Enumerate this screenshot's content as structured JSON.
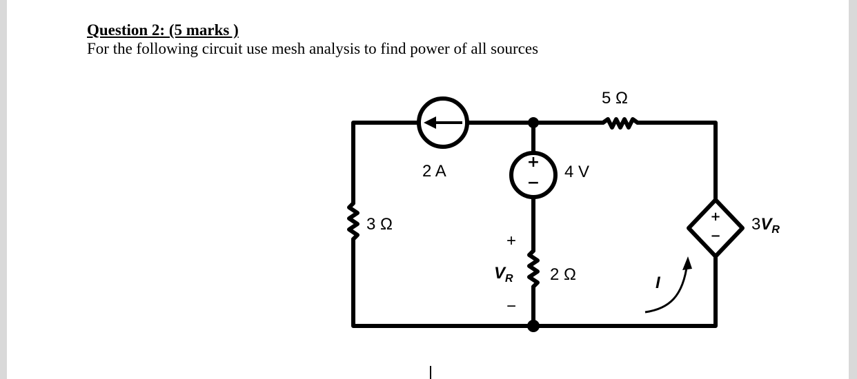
{
  "question": {
    "title": "Question 2:  (5 marks )",
    "prompt": "For the following circuit use mesh analysis to find power of all sources"
  },
  "circuit": {
    "current_source": {
      "label": "2 A",
      "icon": "arrow-left-current-source-icon"
    },
    "voltage_source": {
      "label": "4 V",
      "plus": "+",
      "minus": "−"
    },
    "resistor_left": {
      "label": "3 Ω"
    },
    "resistor_top": {
      "label": "5 Ω"
    },
    "resistor_mid": {
      "label": "2 Ω"
    },
    "vr_marker": {
      "plus": "+",
      "name_main": "V",
      "name_sub": "R",
      "minus": "−"
    },
    "dependent_source": {
      "coeff": "3",
      "name_main": "V",
      "name_sub": "R",
      "plus": "+",
      "minus": "−"
    },
    "mesh_current": {
      "label": "I"
    }
  }
}
